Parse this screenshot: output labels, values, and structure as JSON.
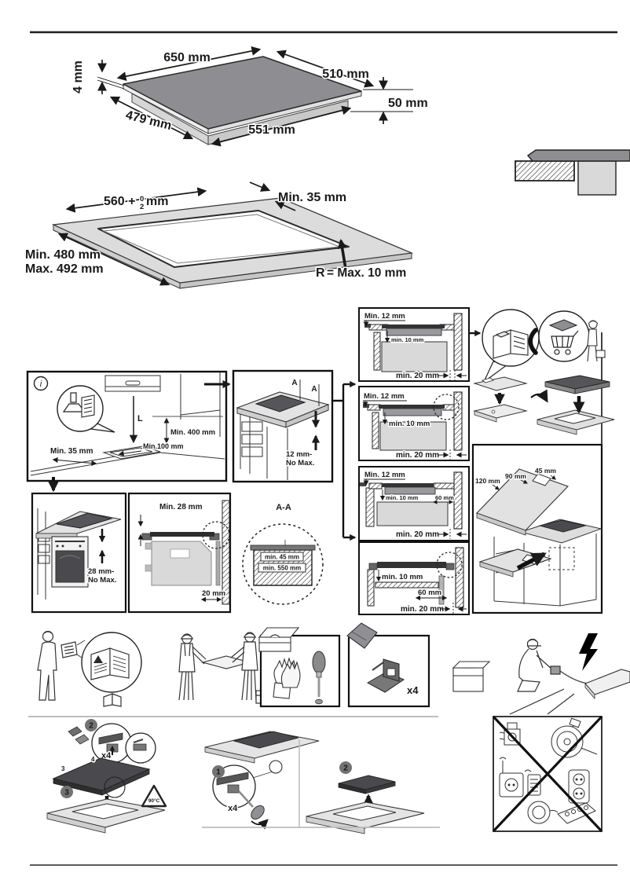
{
  "colors": {
    "ink": "#1a1a1a",
    "glass_gray": "#8e8e92",
    "dark_hob": "#4a4a4e",
    "worktop_gray": "#dcdcdc",
    "badge_gray": "#737373"
  },
  "product_view": {
    "top_width": "650 mm",
    "top_depth": "510 mm",
    "glass_thickness": "4 mm",
    "base_depth": "479 mm",
    "base_width": "551 mm",
    "base_height": "50 mm"
  },
  "cutout_view": {
    "width_value": "560 +",
    "width_tol_upper": "0",
    "width_tol_lower": "2",
    "width_unit": "mm",
    "wall_clearance": "Min. 35 mm",
    "depth_min": "Min. 480 mm",
    "depth_max": "Max. 492 mm",
    "radius_symbol": "R",
    "radius_value": "= Max. 10 mm"
  },
  "hood_panel": {
    "info_symbol": "i",
    "hood_distance": "L",
    "min_wall_unit_height": "Min. 400 mm",
    "min_rear": "Min.100 mm",
    "min_side": "Min. 35 mm"
  },
  "worktop_panel": {
    "section_label_1": "A",
    "section_label_2": "A",
    "thickness_1": "12 mm-",
    "thickness_2": "No Max."
  },
  "flush_sections": {
    "s1": {
      "top": "Min. 12 mm",
      "mid": "min. 10 mm",
      "bottom": "min. 20 mm"
    },
    "s2": {
      "top": "Min. 12 mm",
      "mid": "min. 10 mm",
      "bottom": "min. 20 mm"
    },
    "s3": {
      "top": "Min. 12 mm",
      "mid": "min. 10 mm",
      "side": "60 mm",
      "bottom": "min. 20 mm"
    },
    "s4": {
      "mid": "min. 10 mm",
      "side": "60 mm",
      "bottom": "min. 20 mm"
    }
  },
  "oven_panel": {
    "thickness_1": "28 mm-",
    "thickness_2": "No Max."
  },
  "oven_section": {
    "min_top": "Min. 28 mm",
    "rear_gap": "20 mm"
  },
  "section_aa": {
    "title": "A-A",
    "min_depth": "min. 45 mm",
    "min_width": "min. 550 mm"
  },
  "shelf_panel": {
    "dim_120": "120 mm",
    "dim_90": "90 mm",
    "dim_45": "45 mm"
  },
  "supplied_parts": {
    "bracket_qty": "x4"
  },
  "install_steps": {
    "badge_2": "2",
    "badge_3": "3",
    "bracket_qty": "x4",
    "temp_warning": "90°C",
    "edge_label_3": "3",
    "edge_label_4": "4"
  },
  "removal_steps": {
    "badge_1": "1",
    "badge_2": "2",
    "screw_qty": "x4"
  }
}
